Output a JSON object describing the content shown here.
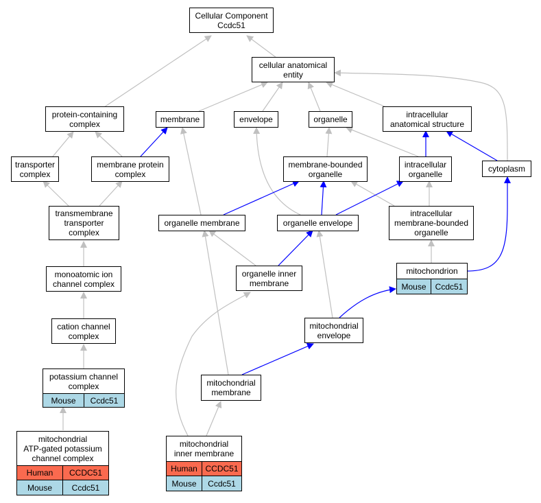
{
  "colors": {
    "edge_gray": "#c0c0c0",
    "edge_blue": "#0000ff",
    "mouse": "#add8e6",
    "human": "#fa6a4f"
  },
  "nodes": {
    "cellular_component": "Cellular Component\nCcdc51",
    "cellular_anatomical_entity": "cellular anatomical\nentity",
    "protein_containing_complex": "protein-containing\ncomplex",
    "membrane": "membrane",
    "envelope": "envelope",
    "organelle": "organelle",
    "intracellular_anatomical_structure": "intracellular\nanatomical structure",
    "transporter_complex": "transporter\ncomplex",
    "membrane_protein_complex": "membrane protein\ncomplex",
    "membrane_bounded_organelle": "membrane-bounded\norganelle",
    "intracellular_organelle": "intracellular\norganelle",
    "cytoplasm": "cytoplasm",
    "transmembrane_transporter_complex": "transmembrane\ntransporter\ncomplex",
    "organelle_membrane": "organelle membrane",
    "organelle_envelope": "organelle envelope",
    "intracellular_membrane_bounded_organelle": "intracellular\nmembrane-bounded\norganelle",
    "monoatomic_ion_channel_complex": "monoatomic ion\nchannel complex",
    "organelle_inner_membrane": "organelle inner\nmembrane",
    "mitochondrion": "mitochondrion",
    "cation_channel_complex": "cation channel\ncomplex",
    "mitochondrial_envelope": "mitochondrial\nenvelope",
    "potassium_channel_complex": "potassium channel\ncomplex",
    "mitochondrial_membrane": "mitochondrial\nmembrane",
    "mitochondrial_atp_gated": "mitochondrial\nATP-gated potassium\nchannel complex",
    "mitochondrial_inner_membrane": "mitochondrial\ninner membrane"
  },
  "annotations": {
    "mitochondrion": [
      {
        "species": "Mouse",
        "gene": "Ccdc51"
      }
    ],
    "potassium_channel_complex": [
      {
        "species": "Mouse",
        "gene": "Ccdc51"
      }
    ],
    "mitochondrial_atp_gated": [
      {
        "species": "Human",
        "gene": "CCDC51"
      },
      {
        "species": "Mouse",
        "gene": "Ccdc51"
      }
    ],
    "mitochondrial_inner_membrane": [
      {
        "species": "Human",
        "gene": "CCDC51"
      },
      {
        "species": "Mouse",
        "gene": "Ccdc51"
      }
    ]
  }
}
